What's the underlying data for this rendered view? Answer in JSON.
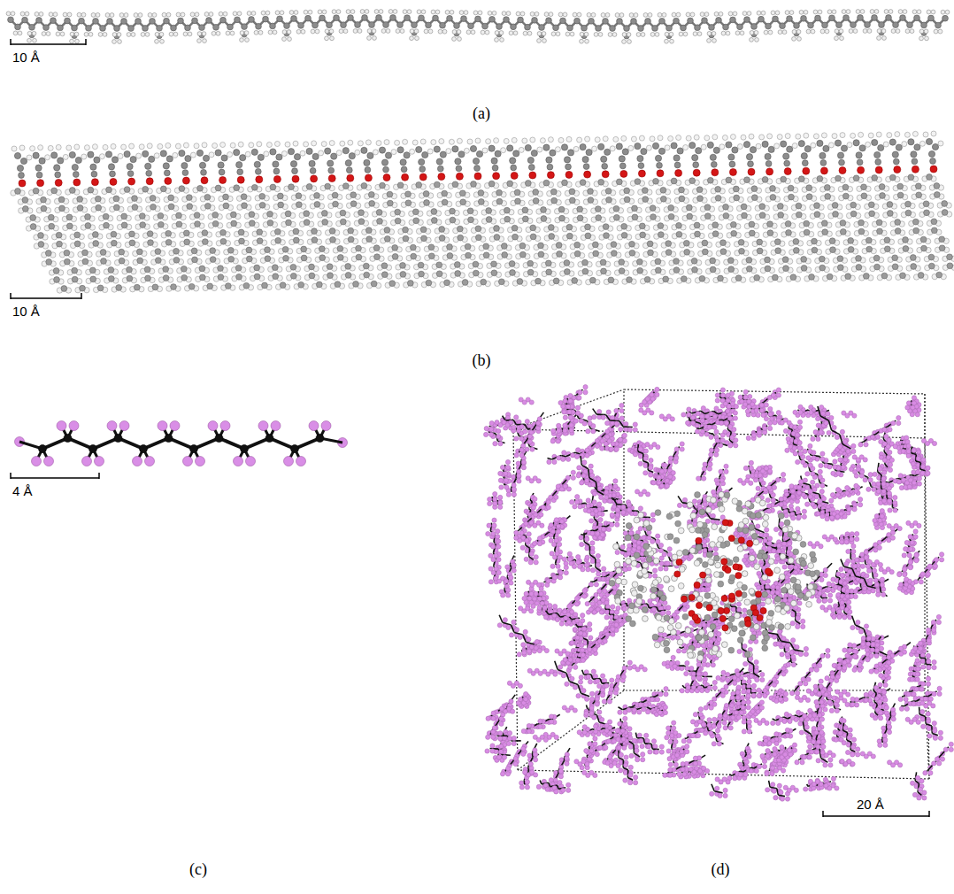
{
  "diagram": {
    "labels": [
      "10 Å",
      "(a)",
      "10 Å",
      "(b)",
      "4 Å",
      "(c)",
      "20 Å",
      "(d)"
    ]
  }
}
